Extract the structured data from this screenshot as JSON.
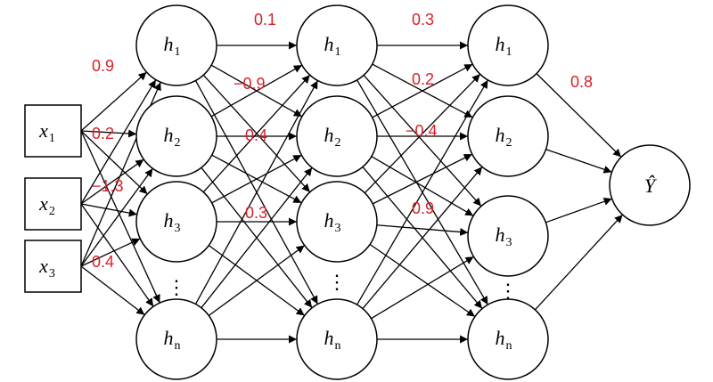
{
  "colors": {
    "weight_text": "#d8202a",
    "lines": "#000000",
    "background": "#ffffff"
  },
  "inputs": [
    {
      "var": "x",
      "sub": "1"
    },
    {
      "var": "x",
      "sub": "2"
    },
    {
      "var": "x",
      "sub": "3"
    }
  ],
  "hidden_layers": [
    {
      "nodes": [
        {
          "var": "h",
          "sub": "1"
        },
        {
          "var": "h",
          "sub": "2"
        },
        {
          "var": "h",
          "sub": "3"
        },
        {
          "var": "h",
          "sub": "n"
        }
      ],
      "ellipsis": "⋮"
    },
    {
      "nodes": [
        {
          "var": "h",
          "sub": "1"
        },
        {
          "var": "h",
          "sub": "2"
        },
        {
          "var": "h",
          "sub": "3"
        },
        {
          "var": "h",
          "sub": "n"
        }
      ],
      "ellipsis": "⋮"
    },
    {
      "nodes": [
        {
          "var": "h",
          "sub": "1"
        },
        {
          "var": "h",
          "sub": "2"
        },
        {
          "var": "h",
          "sub": "3"
        },
        {
          "var": "h",
          "sub": "n"
        }
      ],
      "ellipsis": "⋮"
    }
  ],
  "output": {
    "var": "Ŷ"
  },
  "weights": {
    "input_to_h1": [
      "0.9",
      "0.2",
      "−1.3",
      "0.4"
    ],
    "h1_to_h2": [
      "0.1",
      "−0.9",
      "0.4",
      "0.3"
    ],
    "h2_to_h3": [
      "0.3",
      "0.2",
      "−0.4",
      "0.9"
    ],
    "h3_to_out": [
      "0.8"
    ]
  }
}
